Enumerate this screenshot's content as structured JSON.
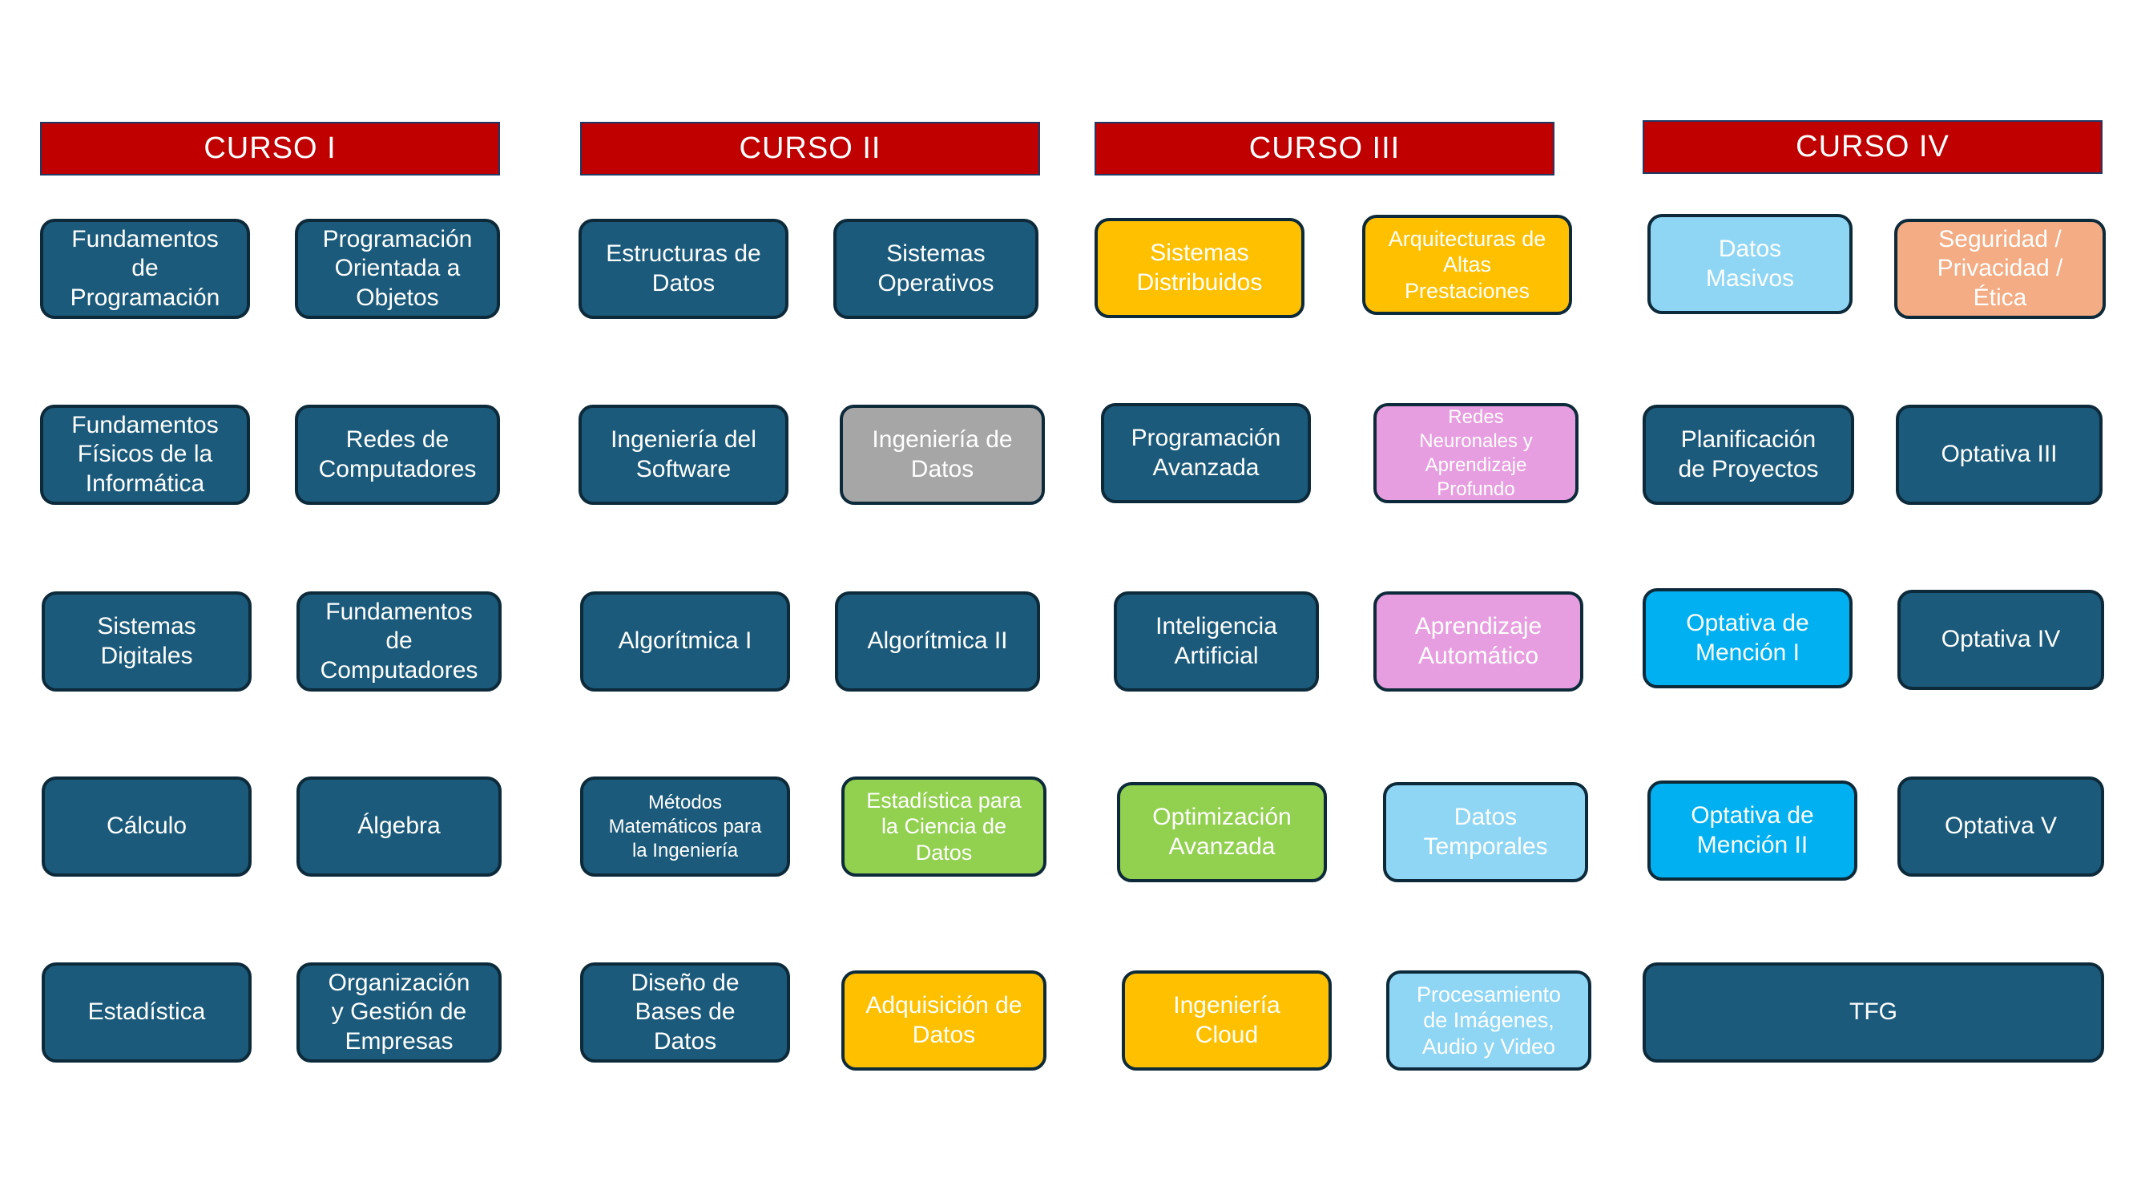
{
  "colors": {
    "header": "#c00000",
    "teal": "#1b5a7a",
    "yellow": "#ffc000",
    "light_blue": "#8fd6f5",
    "salmon": "#f3ac84",
    "gray": "#a6a6a6",
    "pink": "#e79ee0",
    "green": "#92d050",
    "cyan": "#00b0f0",
    "border": "#0d2a3a"
  },
  "headers": [
    "CURSO I",
    "CURSO II",
    "CURSO III",
    "CURSO IV"
  ],
  "courses": {
    "c1": [
      "Fundamentos\nde\nProgramación",
      "Programación\nOrientada a\nObjetos",
      "Fundamentos\nFísicos de la\nInformática",
      "Redes de\nComputadores",
      "Sistemas\nDigitales",
      "Fundamentos\nde\nComputadores",
      "Cálculo",
      "Álgebra",
      "Estadística",
      "Organización\ny Gestión de\nEmpresas"
    ],
    "c2": [
      "Estructuras de\nDatos",
      "Sistemas\nOperativos",
      "Ingeniería del\nSoftware",
      "Ingeniería de\nDatos",
      "Algorítmica I",
      "Algorítmica II",
      "Métodos\nMatemáticos para\nla Ingeniería",
      "Estadística para\nla Ciencia de\nDatos",
      "Diseño de\nBases de\nDatos",
      "Adquisición de\nDatos"
    ],
    "c3": [
      "Sistemas\nDistribuidos",
      "Arquitecturas de\nAltas\nPrestaciones",
      "Programación\nAvanzada",
      "Redes\nNeuronales y\nAprendizaje\nProfundo",
      "Inteligencia\nArtificial",
      "Aprendizaje\nAutomático",
      "Optimización\nAvanzada",
      "Datos\nTemporales",
      "Ingeniería\nCloud",
      "Procesamiento\nde Imágenes,\nAudio y Video"
    ],
    "c4": [
      "Datos\nMasivos",
      "Seguridad /\nPrivacidad /\nÉtica",
      "Planificación\nde Proyectos",
      "Optativa III",
      "Optativa de\nMención I",
      "Optativa IV",
      "Optativa de\nMención II",
      "Optativa V",
      "TFG"
    ]
  }
}
